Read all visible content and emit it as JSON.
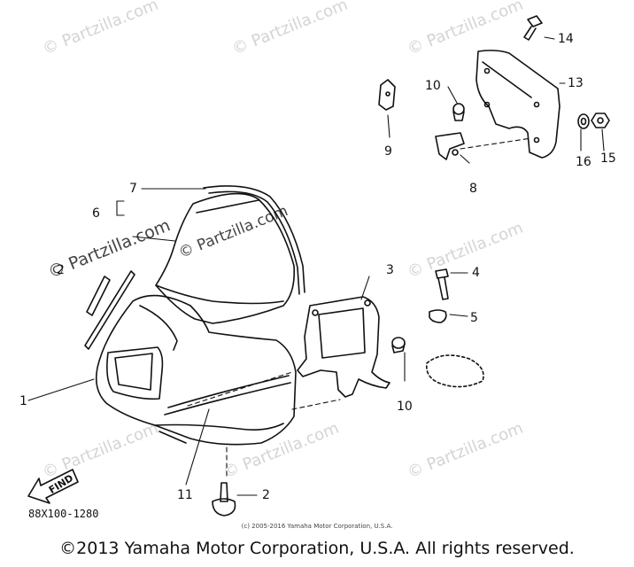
{
  "watermarks": {
    "faint": "© Partzilla.com",
    "dark_main": "© Partzilla.com",
    "dark_small": "©"
  },
  "callouts": [
    {
      "id": "1",
      "label": "1"
    },
    {
      "id": "2a",
      "label": "2"
    },
    {
      "id": "2b",
      "label": "2"
    },
    {
      "id": "3",
      "label": "3"
    },
    {
      "id": "4",
      "label": "4"
    },
    {
      "id": "5",
      "label": "5"
    },
    {
      "id": "6",
      "label": "6"
    },
    {
      "id": "7",
      "label": "7"
    },
    {
      "id": "8",
      "label": "8"
    },
    {
      "id": "9",
      "label": "9"
    },
    {
      "id": "10a",
      "label": "10"
    },
    {
      "id": "10b",
      "label": "10"
    },
    {
      "id": "11",
      "label": "11"
    },
    {
      "id": "13",
      "label": "13"
    },
    {
      "id": "14",
      "label": "14"
    },
    {
      "id": "15",
      "label": "15"
    },
    {
      "id": "16",
      "label": "16"
    }
  ],
  "find_label": "FIND",
  "part_code": "88X100-1280",
  "small_copyright": "(c) 2005-2016 Yamaha Motor Corporation, U.S.A.",
  "copyright": "©2013 Yamaha Motor Corporation, U.S.A. All rights reserved."
}
